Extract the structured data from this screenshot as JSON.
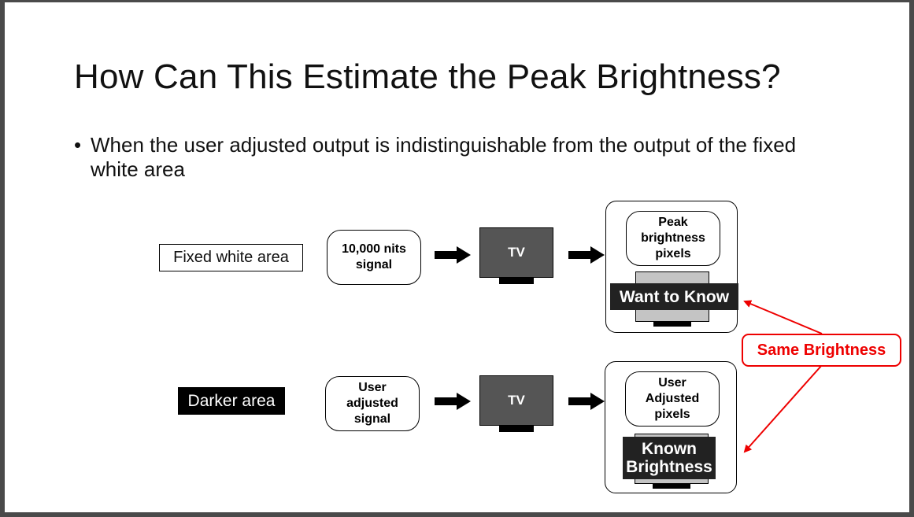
{
  "slide": {
    "title": "How Can This Estimate the Peak Brightness?",
    "bullet_symbol": "•",
    "bullet_text": "When the user adjusted output is indistinguishable from the output of the fixed white area"
  },
  "row1": {
    "label": "Fixed white area",
    "signal": "10,000 nits\nsignal",
    "tv": "TV",
    "pixels": "Peak\nbrightness\npixels",
    "caption": "Want to Know"
  },
  "row2": {
    "label": "Darker area",
    "signal": "User\nadjusted\nsignal",
    "tv": "TV",
    "pixels": "User\nAdjusted\npixels",
    "caption": "Known\nBrightness"
  },
  "callout": "Same Brightness",
  "colors": {
    "accent": "#ee0000",
    "tv_screen": "#555555",
    "panel_screen": "#c4c4c4"
  }
}
